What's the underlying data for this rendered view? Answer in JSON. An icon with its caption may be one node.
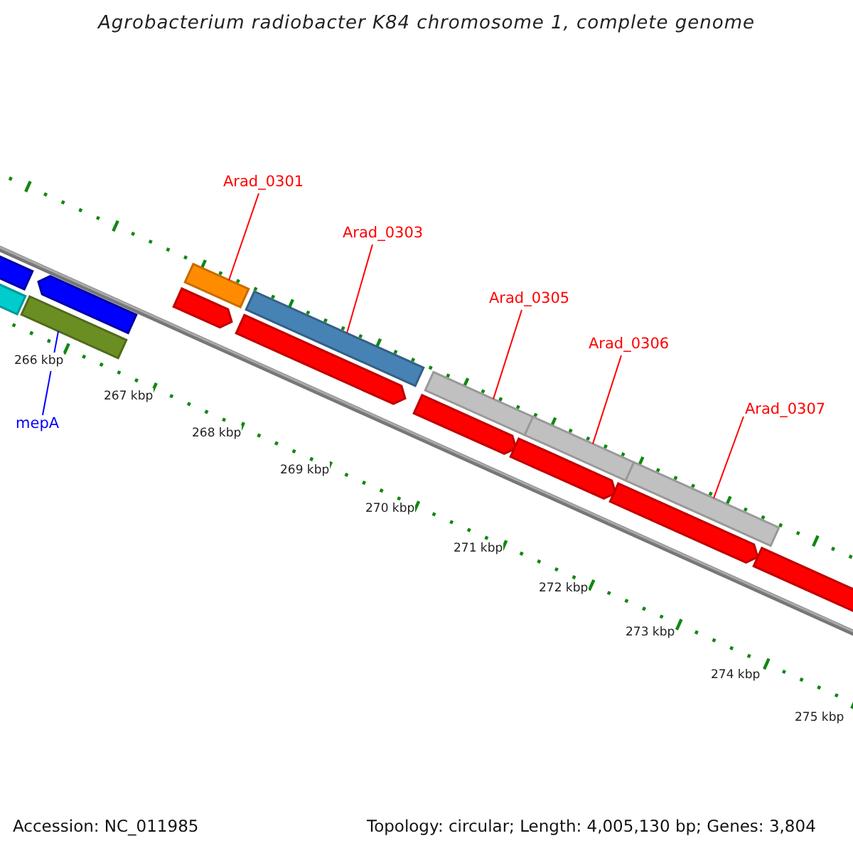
{
  "diagram": {
    "title": "Agrobacterium radiobacter K84 chromosome 1, complete genome",
    "nodes": [
      {
        "text": [
          "Arad_0301"
        ]
      },
      {
        "text": [],
        "shape": "bar"
      },
      {
        "text": [
          "Arad_0303"
        ]
      },
      {
        "text": [],
        "shape": "bar"
      },
      {
        "text": [
          "Arad_0305"
        ]
      },
      {
        "text": [],
        "shape": "bar"
      },
      {
        "text": [
          "Arad_0306"
        ]
      },
      {
        "text": [],
        "shape": "bar"
      },
      {
        "text": [
          "Arad_0307"
        ]
      },
      {
        "text": [],
        "shape": "bar"
      },
      {
        "text": [
          "mepA"
        ]
      },
      {
        "text": [],
        "shape": "bar"
      },
      {
        "text": [],
        "shape": "bar"
      },
      {
        "text": [],
        "shape": "bar"
      },
      {
        "text": [],
        "shape": "arrow"
      },
      {
        "text": [],
        "shape": "arrow"
      },
      {
        "text": [],
        "shape": "arrow"
      },
      {
        "text": [],
        "shape": "arrow"
      },
      {
        "text": [],
        "shape": "arrow"
      },
      {
        "text": [],
        "shape": "arrow"
      },
      {
        "text": [],
        "shape": "arrow"
      }
    ],
    "edges": [
      {
        "from": 0,
        "to": 1,
        "arrow": "none"
      },
      {
        "from": 2,
        "to": 3,
        "arrow": "none"
      },
      {
        "from": 4,
        "to": 5,
        "arrow": "none"
      },
      {
        "from": 6,
        "to": 7,
        "arrow": "none"
      },
      {
        "from": 8,
        "to": 9,
        "arrow": "none"
      },
      {
        "from": 10,
        "to": 11,
        "arrow": "none",
        "color": "#0000ff"
      }
    ],
    "labels": [
      "266 kbp",
      "267 kbp",
      "268 kbp",
      "269 kbp",
      "270 kbp",
      "271 kbp",
      "272 kbp",
      "273 kbp",
      "274 kbp",
      "275 kbp",
      "Accession: NC_011985",
      "Topology: circular; Length: 4,005,130 bp; Genes: 3,804"
    ]
  }
}
